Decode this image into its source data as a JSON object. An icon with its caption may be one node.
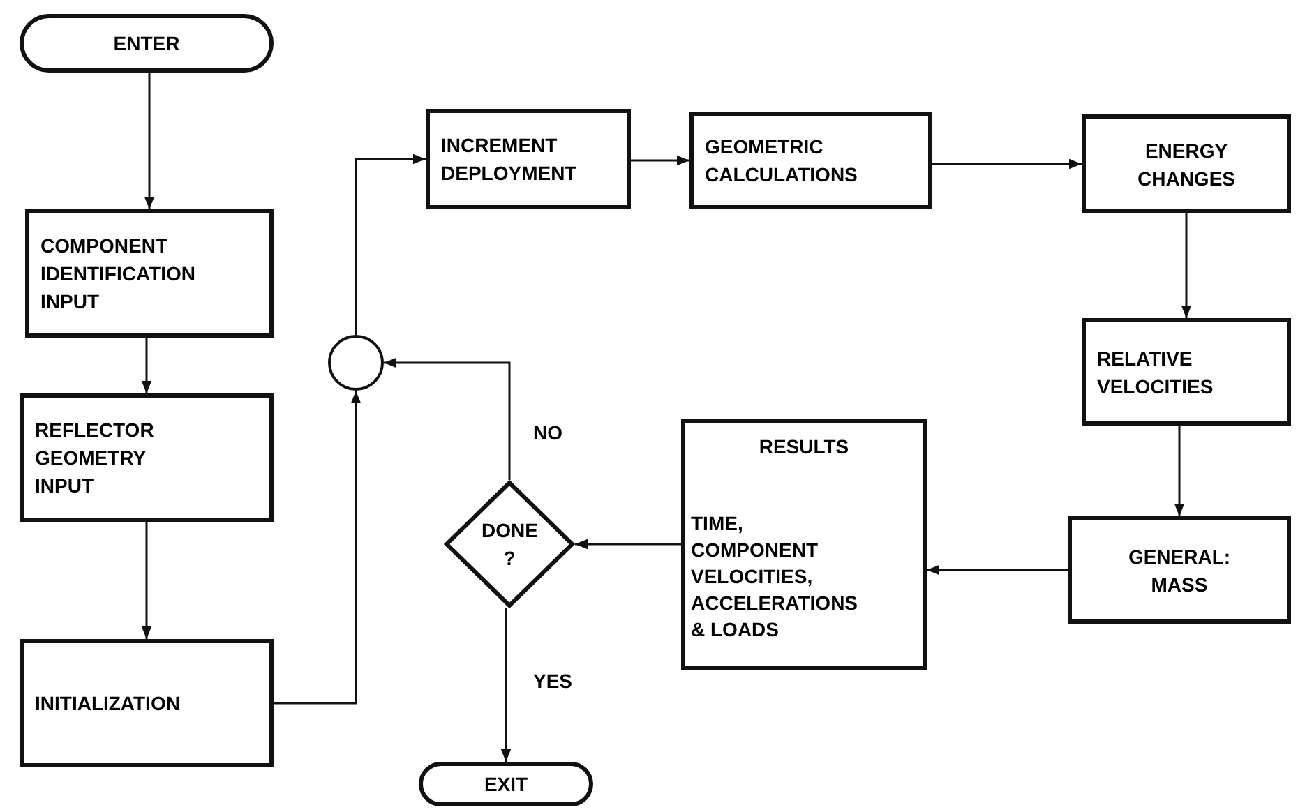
{
  "diagram": {
    "nodes": [
      {
        "text": [
          "ENTER"
        ]
      },
      {
        "text": [
          "COMPONENT IDENTIFICATION INPUT"
        ]
      },
      {
        "text": [
          "REFLECTOR GEOMETRY INPUT"
        ]
      },
      {
        "text": [
          "INITIALIZATION"
        ]
      },
      {
        "text": [],
        "shape": "circle"
      },
      {
        "text": [
          "INCREMENT DEPLOYMENT"
        ]
      },
      {
        "text": [
          "GEOMETRIC CALCULATIONS"
        ]
      },
      {
        "text": [
          "ENERGY CHANGES"
        ]
      },
      {
        "text": [
          "RELATIVE VELOCITIES"
        ]
      },
      {
        "text": [
          "GENERAL: MASS"
        ]
      },
      {
        "text": [
          "RESULTS",
          "TIME, COMPONENT VELOCITIES, ACCELERATIONS & LOADS"
        ]
      },
      {
        "text": [
          "DONE ?"
        ]
      },
      {
        "text": [
          "EXIT"
        ]
      }
    ],
    "edges": [
      {
        "from": 0,
        "to": 1,
        "arrow": "to"
      },
      {
        "from": 1,
        "to": 2,
        "arrow": "to"
      },
      {
        "from": 2,
        "to": 3,
        "arrow": "to"
      },
      {
        "from": 3,
        "to": 4,
        "arrow": "to"
      },
      {
        "from": 4,
        "to": 5,
        "arrow": "to"
      },
      {
        "from": 5,
        "to": 6,
        "arrow": "to"
      },
      {
        "from": 6,
        "to": 7,
        "arrow": "to"
      },
      {
        "from": 7,
        "to": 8,
        "arrow": "to"
      },
      {
        "from": 8,
        "to": 9,
        "arrow": "to"
      },
      {
        "from": 9,
        "to": 10,
        "arrow": "to"
      },
      {
        "from": 10,
        "to": 11,
        "arrow": "to"
      },
      {
        "from": 11,
        "to": 4,
        "label": "NO",
        "arrow": "to"
      },
      {
        "from": 11,
        "to": 12,
        "label": "YES",
        "arrow": "to"
      }
    ]
  }
}
